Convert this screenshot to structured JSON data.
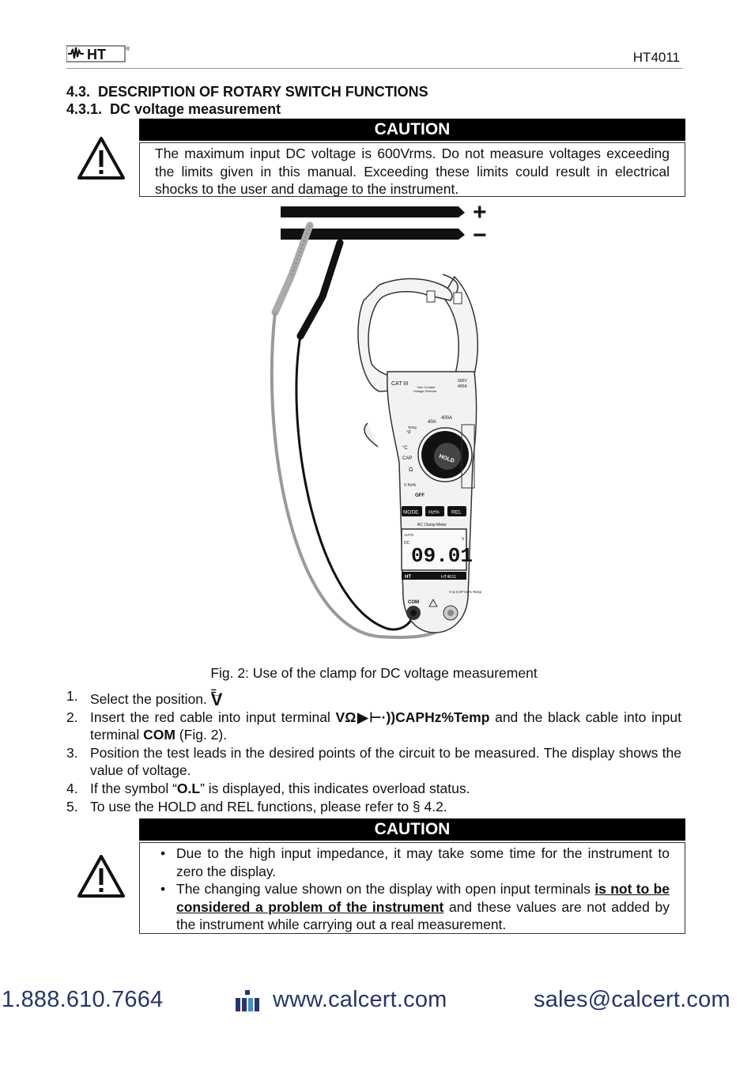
{
  "header": {
    "logo_text": "HT",
    "logo_mark": "®",
    "model": "HT4011"
  },
  "section": {
    "title": "4.3.  DESCRIPTION OF ROTARY SWITCH FUNCTIONS",
    "subtitle": "4.3.1.  DC voltage measurement"
  },
  "caution1": {
    "label": "CAUTION",
    "text": "The maximum input DC voltage is 600Vrms. Do not measure voltages exceeding the limits given in this manual. Exceeding these limits could result in electrical shocks to the user and damage to the instrument."
  },
  "figure": {
    "plus": "+",
    "minus": "−",
    "cat": "CAT III",
    "ncv": "Non Contact Voltage Detector",
    "rating1": "600V",
    "rating2": "400A",
    "range1": "40A",
    "range2": "400A",
    "dial_label": "HOLD",
    "pos_temp": "Temp",
    "pos_f": "°F",
    "pos_c": "°C",
    "pos_cap": "CAP",
    "pos_ohm": "Ω",
    "pos_hz": "V Hz%",
    "pos_off": "OFF",
    "btn_mode": "MODE",
    "btn_hz": "Hz%",
    "btn_rel": "REL",
    "meter_name": "AC Clamp Meter",
    "lcd_auto": "AUTO",
    "lcd_dc": "DC",
    "lcd_value": "09.01",
    "lcd_unit": "V",
    "brand_logo": "HT",
    "brand_model": "HT4011",
    "term_com": "COM",
    "term_v": "V Ω CAP Hz% Temp",
    "caption": "Fig. 2: Use of the clamp for DC voltage measurement"
  },
  "steps": [
    {
      "num": "1.",
      "pre": "Select the position.",
      "v_symbol": "V"
    },
    {
      "num": "2.",
      "a": "Insert the red cable into input terminal ",
      "b": "VΩ▶⊢·))CAPHz%Temp",
      "c": " and the black cable into input terminal ",
      "d": "COM",
      "e": " (Fig. 2)."
    },
    {
      "num": "3.",
      "text": "Position the test leads in the desired points of the circuit to be measured. The display shows the value of voltage."
    },
    {
      "num": "4.",
      "a": "If the symbol “",
      "b": "O.L",
      "c": "” is displayed, this indicates overload status."
    },
    {
      "num": "5.",
      "text": "To use the HOLD and REL functions, please refer to § 4.2."
    }
  ],
  "caution2": {
    "label": "CAUTION",
    "bullet1": "Due to the high input impedance, it may take some time for the instrument to zero the display.",
    "bullet2_a": "The changing value shown on the display with open input terminals ",
    "bullet2_b": "is not to be considered a problem of the instrument",
    "bullet2_c": " and these values are not added by the instrument while carrying out a real measurement."
  },
  "footer": {
    "phone": "1.888.610.7664",
    "website": "www.calcert.com",
    "email": "sales@calcert.com"
  }
}
